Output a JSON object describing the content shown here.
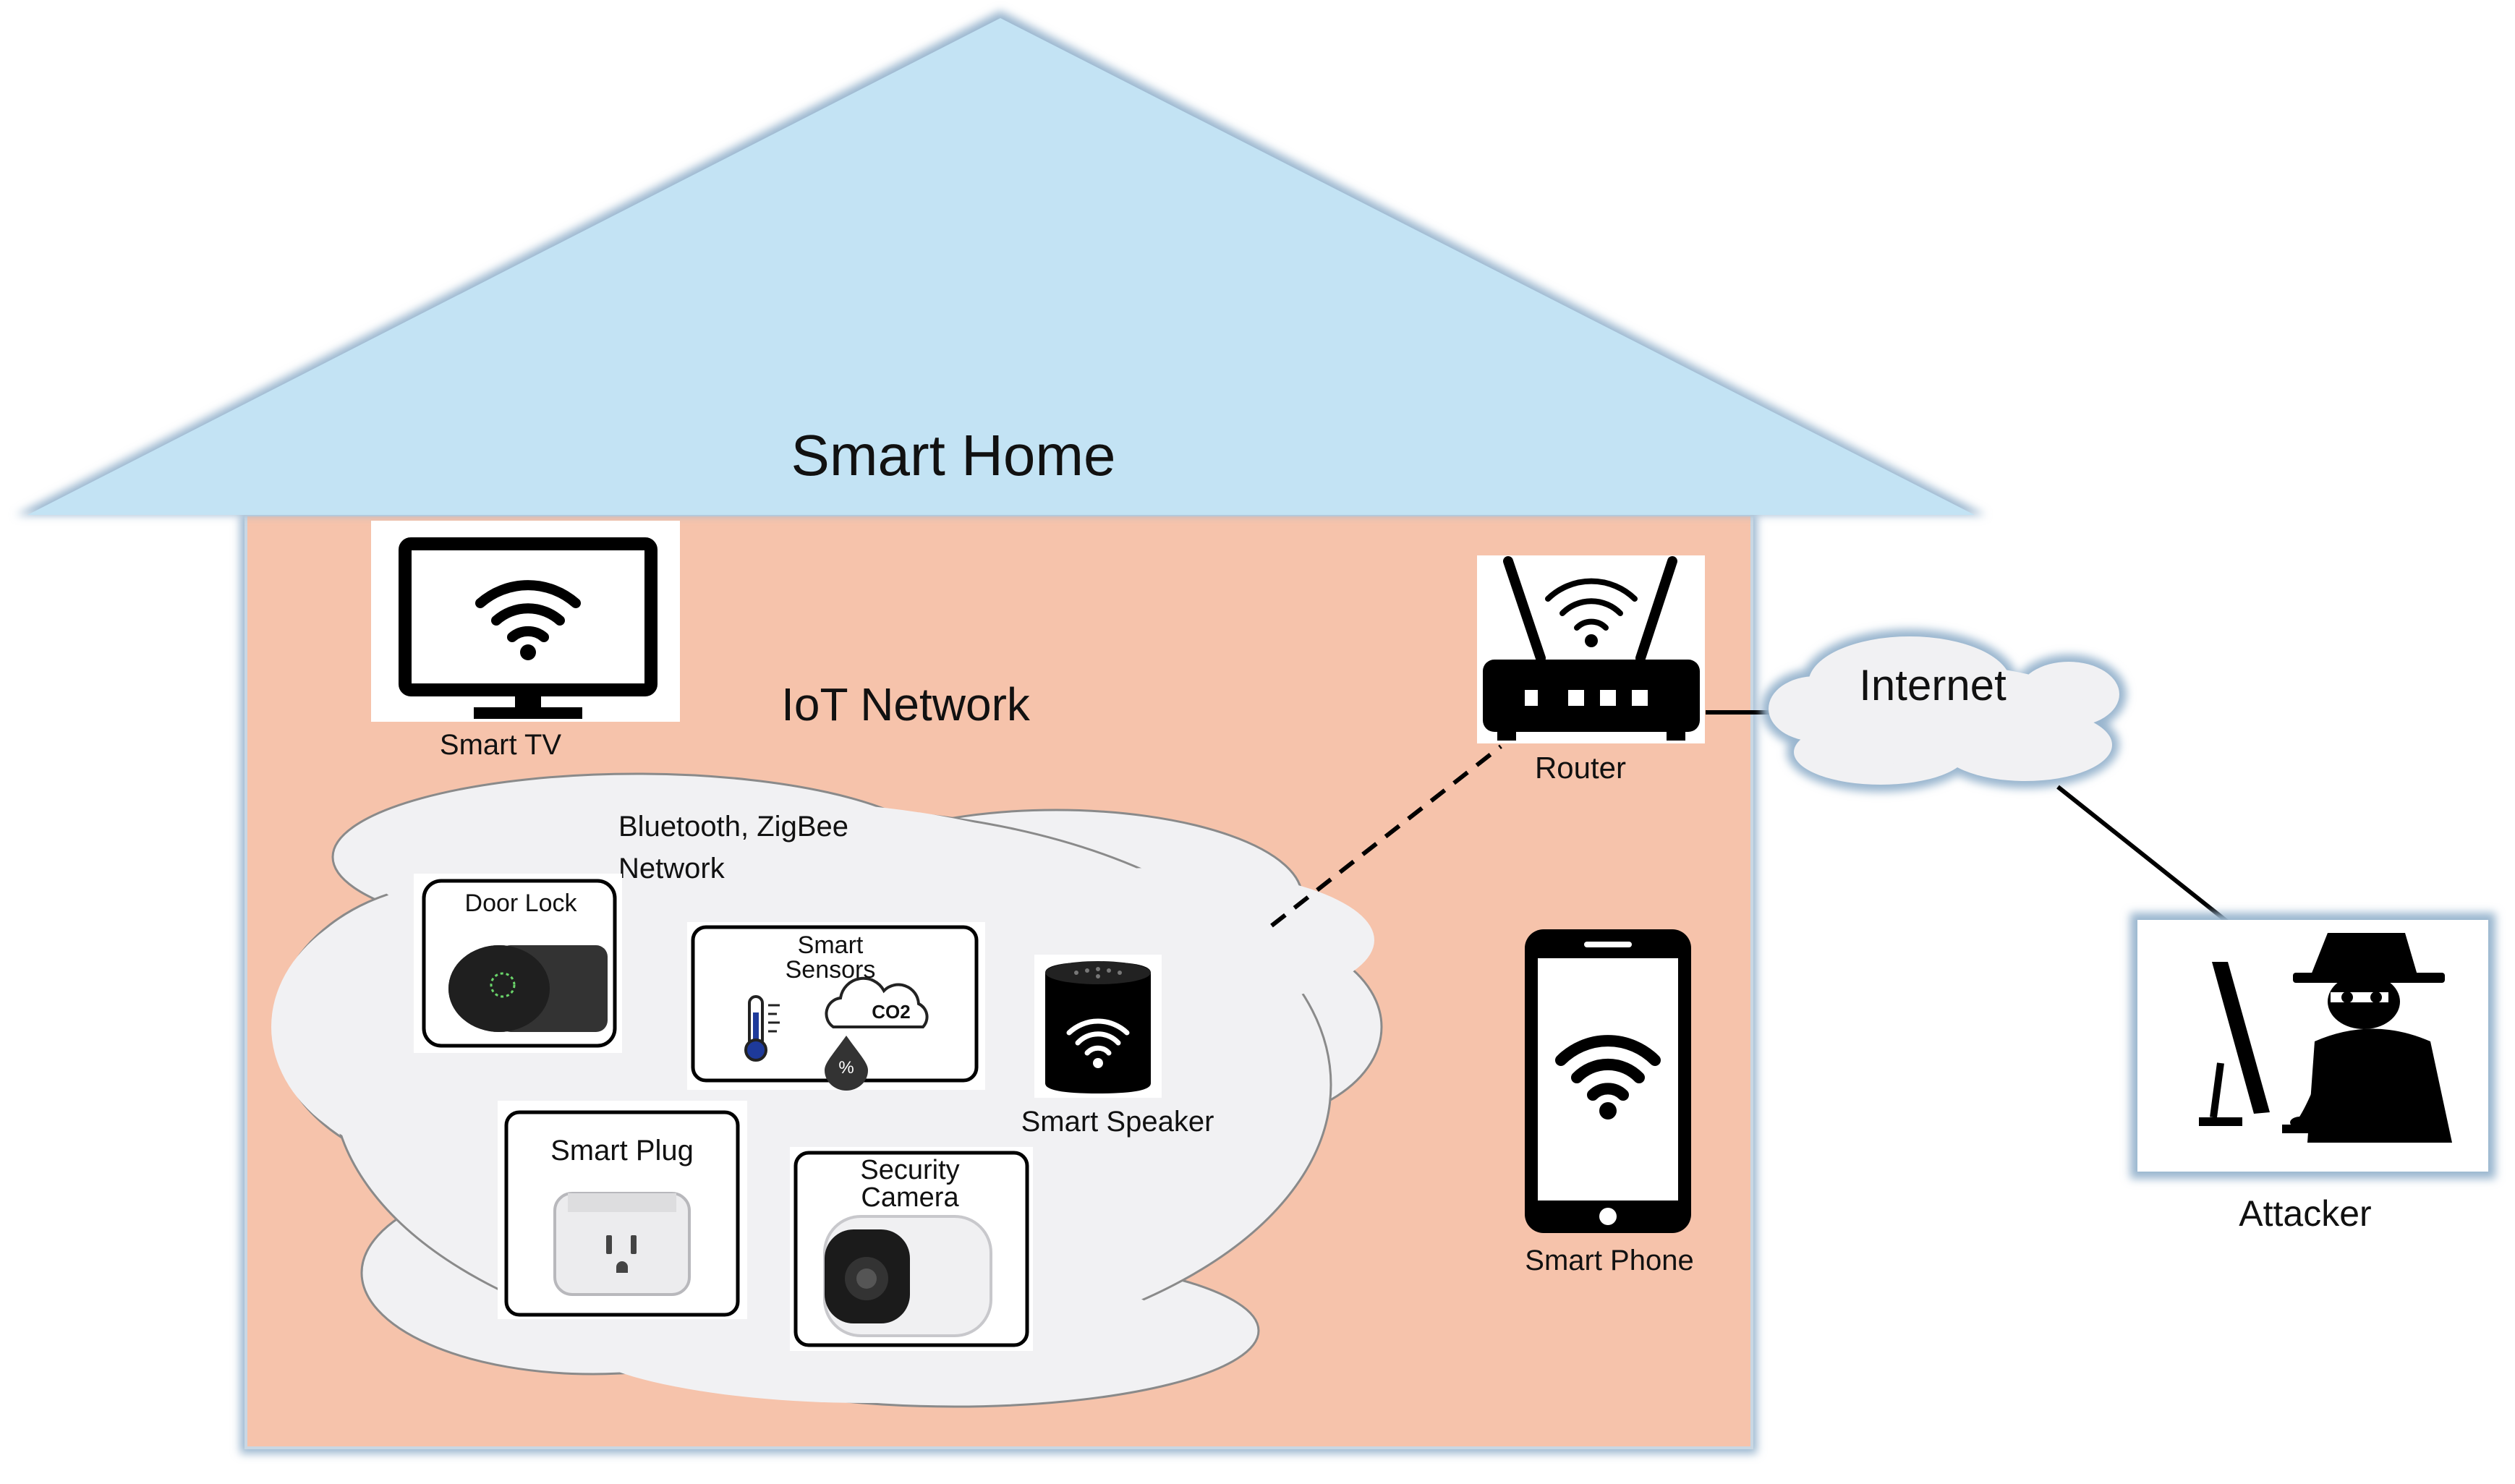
{
  "title": "Smart Home",
  "network_label": "IoT Network",
  "cloud_label_line1": "Bluetooth, ZigBee",
  "cloud_label_line2": "Network",
  "devices": {
    "smart_tv": "Smart TV",
    "door_lock": "Door Lock",
    "smart_sensors_line1": "Smart",
    "smart_sensors_line2": "Sensors",
    "co2": "CO2",
    "humidity": "%",
    "smart_speaker": "Smart Speaker",
    "smart_plug": "Smart Plug",
    "security_camera_line1": "Security",
    "security_camera_line2": "Camera",
    "router": "Router",
    "smart_phone": "Smart Phone"
  },
  "internet_label": "Internet",
  "attacker_label": "Attacker",
  "colors": {
    "roof": "#c3e3f4",
    "house_body": "#f6c3ab",
    "cloud": "#f1f1f3",
    "edge_shadow": "#9ab6cf",
    "device_black": "#000000"
  }
}
